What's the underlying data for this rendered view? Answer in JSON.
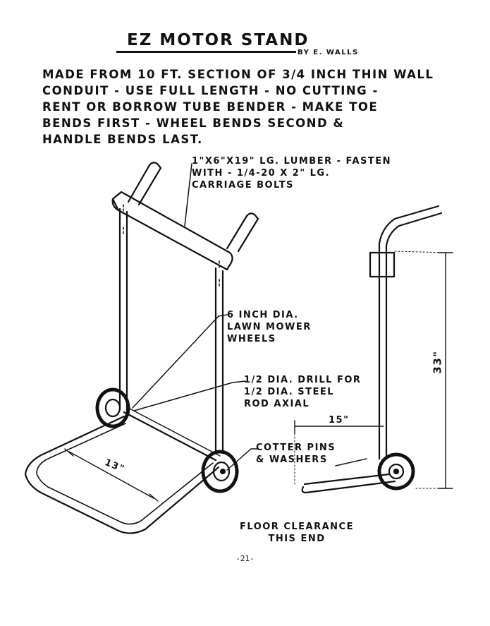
{
  "title": "EZ MOTOR STAND",
  "byline": "BY E. WALLS",
  "notes": [
    "MADE FROM 10 FT. SECTION OF 3/4 INCH THIN WALL",
    "CONDUIT - USE FULL LENGTH - NO CUTTING -",
    "RENT OR BORROW TUBE BENDER - MAKE TOE",
    "BENDS FIRST - WHEEL BENDS SECOND &",
    "HANDLE BENDS LAST."
  ],
  "callouts": {
    "lumber": [
      "1\"x6\"x19\" LG. LUMBER - FASTEN",
      "WITH - 1/4-20 x 2\" LG.",
      "CARRIAGE BOLTS"
    ],
    "wheels": [
      "6 INCH DIA.",
      "LAWN MOWER",
      "WHEELS"
    ],
    "drill": [
      "1/2 DIA. DRILL FOR",
      "1/2 DIA. STEEL",
      "ROD AXIAL"
    ],
    "cotter": [
      "COTTER PINS",
      "& WASHERS"
    ],
    "floor": [
      "FLOOR CLEARANCE",
      "THIS END"
    ]
  },
  "dimensions": {
    "toe_width": "13\"",
    "base_depth": "15\"",
    "height": "33\""
  },
  "page_number": "-21-"
}
